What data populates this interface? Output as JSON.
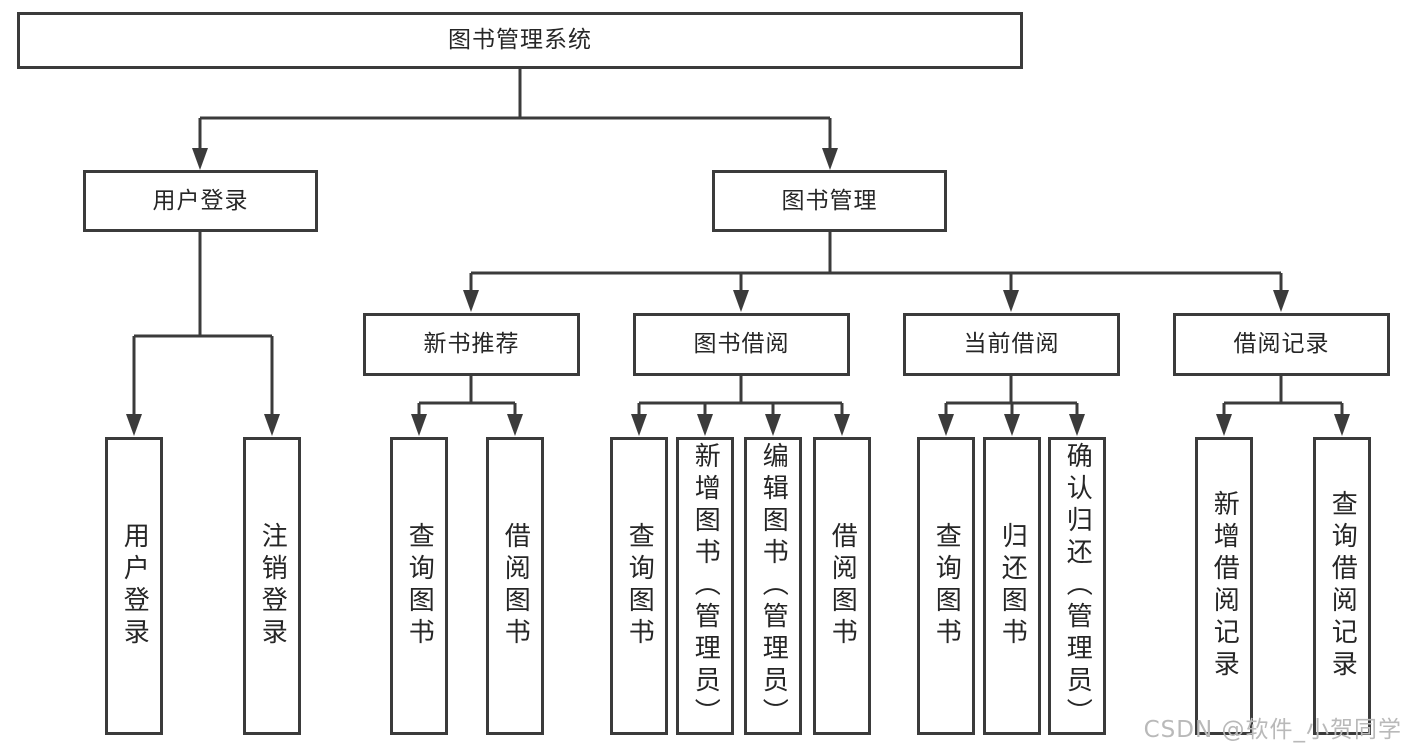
{
  "colors": {
    "line": "#3b3b3b",
    "text": "#262626",
    "background": "#ffffff",
    "watermark": "#b9b9b9"
  },
  "root": {
    "label": "图书管理系统"
  },
  "branches": [
    {
      "label": "用户登录",
      "children": [
        {
          "label": "用户登录"
        },
        {
          "label": "注销登录"
        }
      ]
    },
    {
      "label": "图书管理",
      "sections": [
        {
          "label": "新书推荐",
          "children": [
            {
              "label": "查询图书"
            },
            {
              "label": "借阅图书"
            }
          ]
        },
        {
          "label": "图书借阅",
          "children": [
            {
              "label": "查询图书"
            },
            {
              "label": "新增图书（管理员）"
            },
            {
              "label": "编辑图书（管理员）"
            },
            {
              "label": "借阅图书"
            }
          ]
        },
        {
          "label": "当前借阅",
          "children": [
            {
              "label": "查询图书"
            },
            {
              "label": "归还图书"
            },
            {
              "label": "确认归还（管理员）"
            }
          ]
        },
        {
          "label": "借阅记录",
          "children": [
            {
              "label": "新增借阅记录"
            },
            {
              "label": "查询借阅记录"
            }
          ]
        }
      ]
    }
  ],
  "watermark": "CSDN @软件_小贺同学"
}
